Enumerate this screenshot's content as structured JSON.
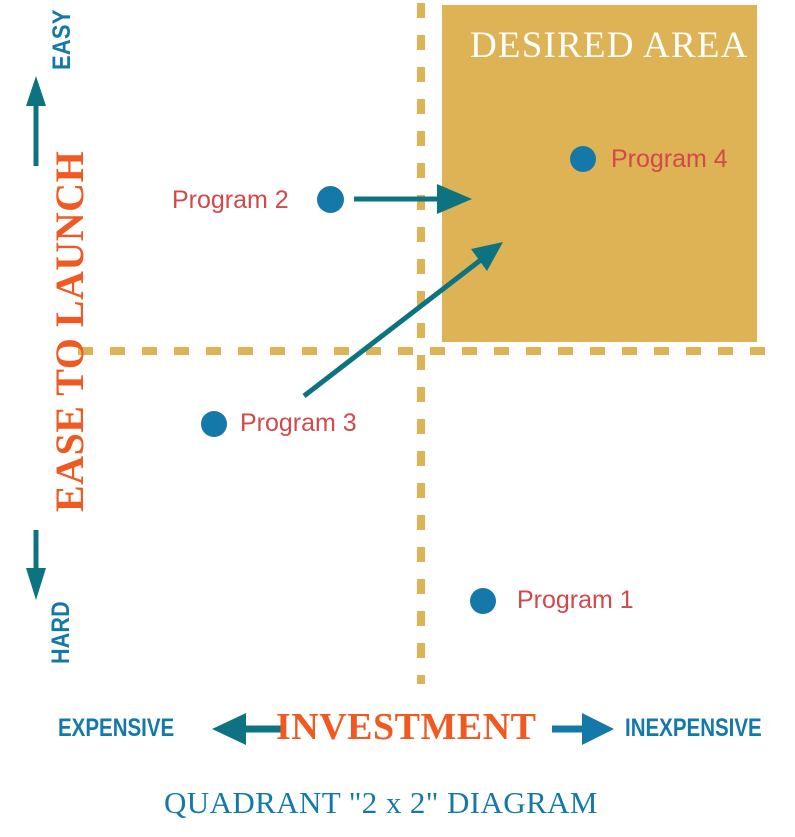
{
  "chart_data": {
    "type": "scatter",
    "title": "QUADRANT \"2 x 2\" DIAGRAM",
    "xlabel": "INVESTMENT",
    "ylabel": "EASE TO LAUNCH",
    "x_axis_left_label": "EXPENSIVE",
    "x_axis_right_label": "INEXPENSIVE",
    "y_axis_top_label": "EASY",
    "y_axis_bottom_label": "HARD",
    "xlim": [
      0,
      100
    ],
    "ylim": [
      0,
      100
    ],
    "grid": "dashed quadrant crosshair",
    "quadrant_divider_x": 52,
    "quadrant_divider_y": 50,
    "legend": "none",
    "highlight_region": {
      "label": "DESIRED AREA",
      "x_range": [
        55,
        100
      ],
      "y_range": [
        51,
        100
      ],
      "color": "#DDB355"
    },
    "points": [
      {
        "name": "Program 1",
        "x": 61,
        "y": 13,
        "color": "#1479A8"
      },
      {
        "name": "Program 2",
        "x": 39,
        "y": 72,
        "color": "#1479A8"
      },
      {
        "name": "Program 3",
        "x": 22,
        "y": 40,
        "color": "#1479A8"
      },
      {
        "name": "Program 4",
        "x": 78,
        "y": 78,
        "color": "#1479A8"
      }
    ],
    "annotations": [
      {
        "type": "arrow",
        "from": "Program 2",
        "to": "DESIRED AREA",
        "color": "#0D7380"
      },
      {
        "type": "arrow",
        "from": "Program 3",
        "to": "DESIRED AREA",
        "color": "#0D7380"
      }
    ]
  },
  "axes": {
    "y": {
      "main_label": "EASE TO LAUNCH",
      "top_label": "EASY",
      "bottom_label": "HARD"
    },
    "x": {
      "main_label": "INVESTMENT",
      "left_label": "EXPENSIVE",
      "right_label": "INEXPENSIVE"
    }
  },
  "region": {
    "desired_area_label": "DESIRED AREA"
  },
  "points": [
    {
      "label": "Program 1"
    },
    {
      "label": "Program 2"
    },
    {
      "label": "Program 3"
    },
    {
      "label": "Program 4"
    }
  ],
  "caption": {
    "text": "QUADRANT \"2 x 2\" DIAGRAM"
  },
  "colors": {
    "gold": "#DDB355",
    "blue": "#1479A8",
    "teal": "#0D7380",
    "orange": "#F05A22",
    "red": "#D1494A",
    "white": "#FFFFFF"
  }
}
